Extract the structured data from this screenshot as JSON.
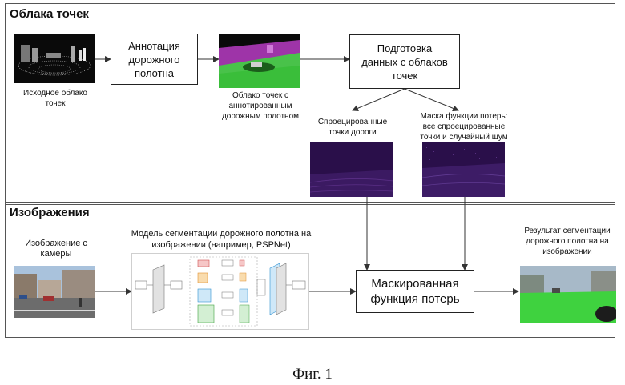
{
  "sections": {
    "point_clouds": {
      "title": "Облака точек"
    },
    "images": {
      "title": "Изображения"
    }
  },
  "nodes": {
    "raw_cloud": {
      "caption": "Исходное облако\nточек"
    },
    "annotation": {
      "label": "Аннотация\nдорожного\nполотна"
    },
    "annotated_cloud": {
      "caption": "Облако точек с\nаннотированным\nдорожным полотном"
    },
    "prep": {
      "label": "Подготовка\nданных с облаков\nточек"
    },
    "projected_road": {
      "caption": "Спроецированные\nточки дороги"
    },
    "loss_mask": {
      "caption": "Маска функции потерь:\nвсе спроецированные\nточки и случайный шум"
    },
    "camera_image": {
      "caption": "Изображение с\nкамеры"
    },
    "seg_model": {
      "caption": "Модель сегментации дорожного полотна на\nизображении (например, PSPNet)"
    },
    "masked_loss": {
      "label": "Маскированная\nфункция потерь"
    },
    "result": {
      "caption": "Результат сегментации\nдорожного полотна на\nизображении"
    }
  },
  "figure_caption": "Фиг. 1",
  "colors": {
    "point_cloud_bg": "#0a0a0a",
    "annotated_magenta": "#b83cc4",
    "annotated_green": "#3fd23f",
    "projection_bg": "#2a0f4a",
    "road_green": "#3fd23f"
  }
}
